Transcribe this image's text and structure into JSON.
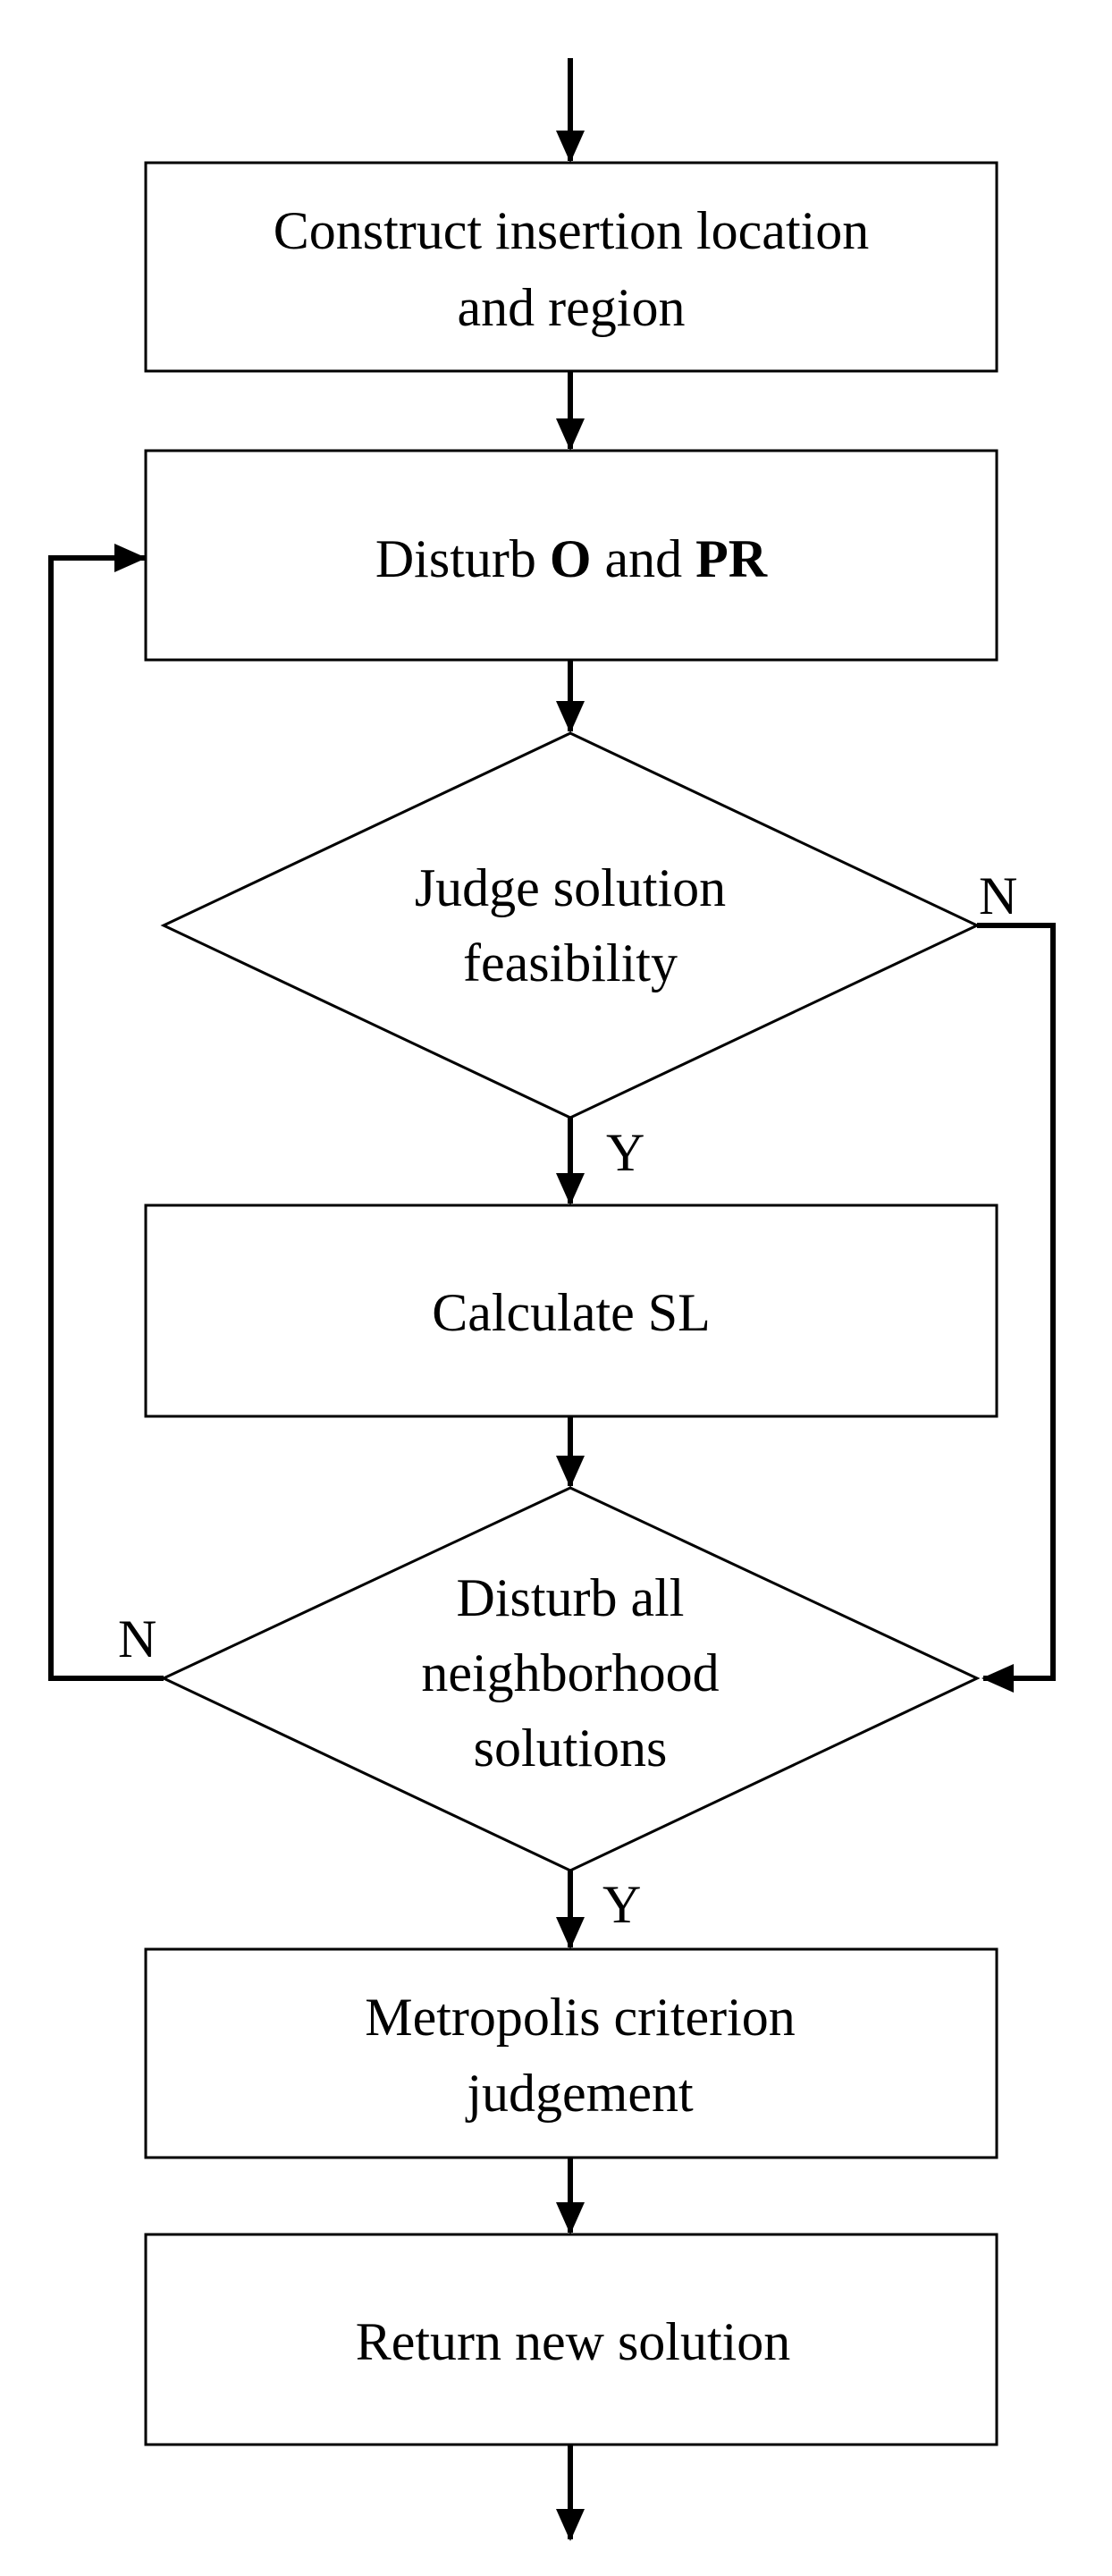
{
  "diagram": {
    "nodes": {
      "construct": {
        "lines": [
          "Construct insertion location",
          "and region"
        ]
      },
      "disturb": {
        "prefix": "Disturb ",
        "o": "O",
        "middle": " and ",
        "pr": "PR"
      },
      "judge": {
        "lines": [
          "Judge solution",
          "feasibility"
        ]
      },
      "calculate": {
        "lines": [
          "Calculate SL"
        ]
      },
      "disturb_all": {
        "lines": [
          "Disturb all",
          "neighborhood",
          "solutions"
        ]
      },
      "metropolis": {
        "lines": [
          "Metropolis criterion",
          "judgement"
        ]
      },
      "return": {
        "lines": [
          "Return new solution"
        ]
      }
    },
    "edge_labels": {
      "judge_no": "N",
      "judge_yes": "Y",
      "disturb_all_no": "N",
      "disturb_all_yes": "Y"
    }
  }
}
